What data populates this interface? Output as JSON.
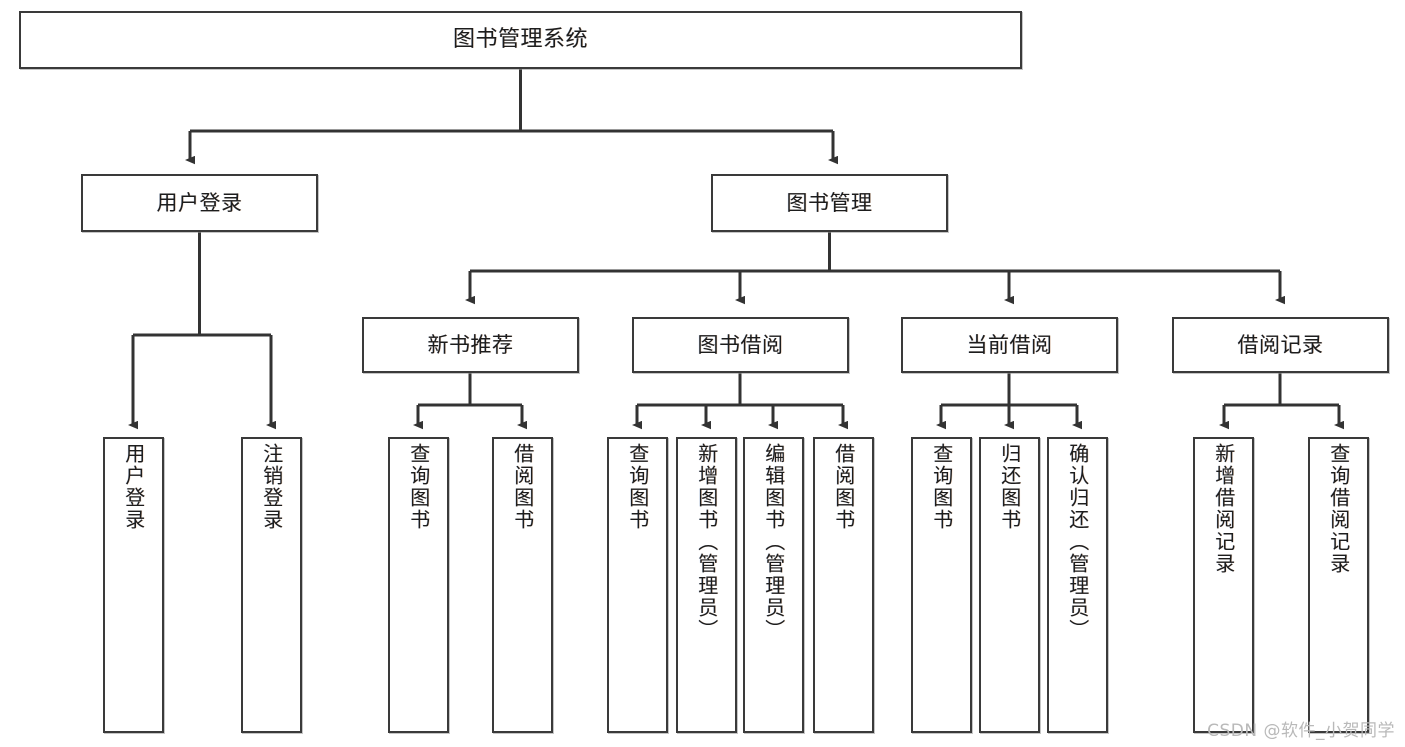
{
  "diagram": {
    "title": "图书管理系统",
    "colors": {
      "box_border": "#3a3a3a",
      "box_fill": "#ffffff",
      "connector": "#333333",
      "text": "#1d1d1d",
      "watermark": "#b9b9b9"
    },
    "nodes": {
      "root": {
        "label": "图书管理系统"
      },
      "level2": [
        {
          "id": "user-login",
          "label": "用户登录"
        },
        {
          "id": "book-management",
          "label": "图书管理"
        }
      ],
      "level3": [
        {
          "id": "new-book-recommend",
          "label": "新书推荐"
        },
        {
          "id": "book-borrow",
          "label": "图书借阅"
        },
        {
          "id": "current-borrow",
          "label": "当前借阅"
        },
        {
          "id": "borrow-record",
          "label": "借阅记录"
        }
      ],
      "leaves": {
        "user-login": [
          {
            "id": "leaf-user-login",
            "label": "用户登录"
          },
          {
            "id": "leaf-user-logout",
            "label": "注销登录"
          }
        ],
        "new-book-recommend": [
          {
            "id": "leaf-query-book-1",
            "label": "查询图书"
          },
          {
            "id": "leaf-borrow-book-1",
            "label": "借阅图书"
          }
        ],
        "book-borrow": [
          {
            "id": "leaf-query-book-2",
            "label": "查询图书"
          },
          {
            "id": "leaf-add-book",
            "label": "新增图书（管理员）"
          },
          {
            "id": "leaf-edit-book",
            "label": "编辑图书（管理员）"
          },
          {
            "id": "leaf-borrow-book-2",
            "label": "借阅图书"
          }
        ],
        "current-borrow": [
          {
            "id": "leaf-query-book-3",
            "label": "查询图书"
          },
          {
            "id": "leaf-return-book",
            "label": "归还图书"
          },
          {
            "id": "leaf-confirm-return",
            "label": "确认归还（管理员）"
          }
        ],
        "borrow-record": [
          {
            "id": "leaf-add-record",
            "label": "新增借阅记录"
          },
          {
            "id": "leaf-query-record",
            "label": "查询借阅记录"
          }
        ]
      }
    },
    "watermark": "CSDN @软件_小贺同学"
  }
}
